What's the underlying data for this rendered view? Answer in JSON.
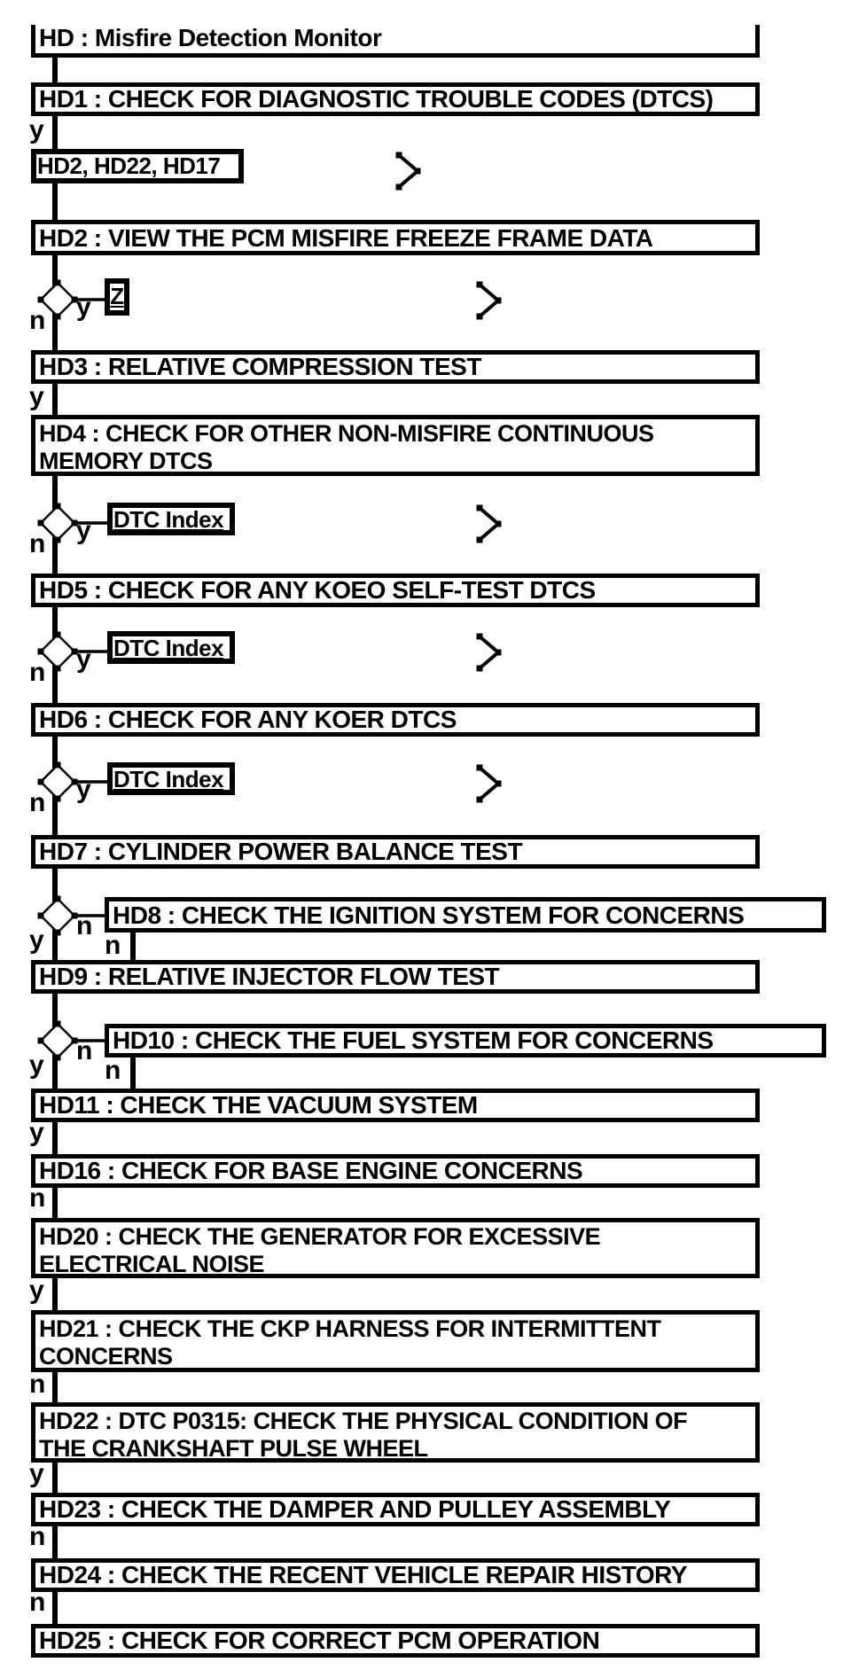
{
  "diagram": {
    "background_color": "#ffffff",
    "ink_color": "#000000",
    "nodes": {
      "hd": {
        "label": "HD : Misfire Detection Monitor"
      },
      "hd1": {
        "label": "HD1 : CHECK FOR DIAGNOSTIC TROUBLE CODES (DTCS)"
      },
      "ref_hd2_hd22_hd17": {
        "label": "HD2, HD22, HD17"
      },
      "hd2": {
        "label": "HD2 : VIEW THE PCM MISFIRE FREEZE FRAME DATA"
      },
      "z_link": {
        "label": "Z"
      },
      "hd3": {
        "label": "HD3 : RELATIVE COMPRESSION TEST"
      },
      "hd4": {
        "lines": [
          "HD4 : CHECK FOR OTHER NON-MISFIRE CONTINUOUS",
          "MEMORY DTCS"
        ]
      },
      "dtc_index_1": {
        "label": "DTC Index"
      },
      "hd5": {
        "label": "HD5 : CHECK FOR ANY KOEO SELF-TEST DTCS"
      },
      "dtc_index_2": {
        "label": "DTC Index"
      },
      "hd6": {
        "label": "HD6 : CHECK FOR ANY KOER DTCS"
      },
      "dtc_index_3": {
        "label": "DTC Index"
      },
      "hd7": {
        "label": "HD7 : CYLINDER POWER BALANCE TEST"
      },
      "hd8": {
        "label": "HD8 : CHECK THE IGNITION SYSTEM FOR CONCERNS"
      },
      "hd9": {
        "label": "HD9 : RELATIVE INJECTOR FLOW TEST"
      },
      "hd10": {
        "label": "HD10 : CHECK THE FUEL SYSTEM FOR CONCERNS"
      },
      "hd11": {
        "label": "HD11 : CHECK THE VACUUM SYSTEM"
      },
      "hd16": {
        "label": "HD16 : CHECK FOR BASE ENGINE CONCERNS"
      },
      "hd20": {
        "lines": [
          "HD20 : CHECK THE GENERATOR FOR EXCESSIVE",
          "ELECTRICAL NOISE"
        ]
      },
      "hd21": {
        "lines": [
          "HD21 : CHECK THE CKP HARNESS FOR INTERMITTENT",
          "CONCERNS"
        ]
      },
      "hd22": {
        "lines": [
          "HD22 : DTC P0315: CHECK THE PHYSICAL CONDITION OF",
          "THE CRANKSHAFT PULSE WHEEL"
        ]
      },
      "hd23": {
        "label": "HD23 : CHECK THE DAMPER AND PULLEY ASSEMBLY"
      },
      "hd24": {
        "label": "HD24 : CHECK THE RECENT VEHICLE REPAIR HISTORY"
      },
      "hd25": {
        "label": "HD25 : CHECK FOR CORRECT PCM OPERATION"
      }
    },
    "branch_labels": {
      "hd1_yes": "y",
      "d1_yes": "y",
      "d1_no": "n",
      "hd3_yes": "y",
      "d2_yes": "y",
      "d2_no": "n",
      "d3_yes": "y",
      "d3_no": "n",
      "d4_yes": "y",
      "d4_no": "n",
      "d5_yes": "y",
      "d5_no": "n",
      "hd8_no": "n",
      "d6_yes": "y",
      "d6_no": "n",
      "hd10_no": "n",
      "hd11_yes": "y",
      "hd16_no": "n",
      "hd20_yes": "y",
      "hd21_no": "n",
      "hd22_yes": "y",
      "hd23_no": "n",
      "hd24_no": "n"
    }
  }
}
